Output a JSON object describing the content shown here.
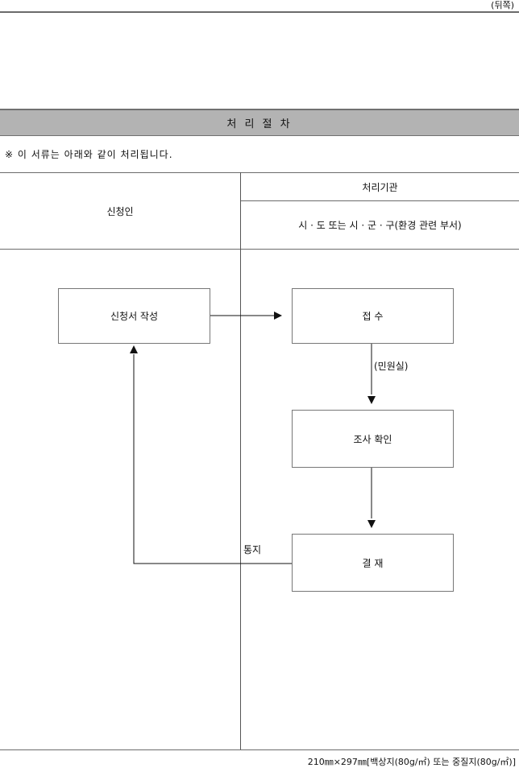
{
  "header": {
    "back_label": "(뒤쪽)",
    "section_title": "처 리 절 차",
    "note": "※ 이 서류는 아래와 같이 처리됩니다."
  },
  "columns": {
    "applicant": "신청인",
    "processing_org": "처리기관",
    "processing_org_detail": "시 · 도 또는 시 · 군 · 구(환경 관련 부서)"
  },
  "flow": {
    "step_application": "신청서 작성",
    "step_receipt": "접 수",
    "receipt_location": "(민원실)",
    "step_review": "조사 확인",
    "step_approval": "결 재",
    "notify_label": "통지"
  },
  "footer": {
    "paper_spec": "210㎜×297㎜[백상지(80g/㎡) 또는 중질지(80g/㎡)]"
  }
}
